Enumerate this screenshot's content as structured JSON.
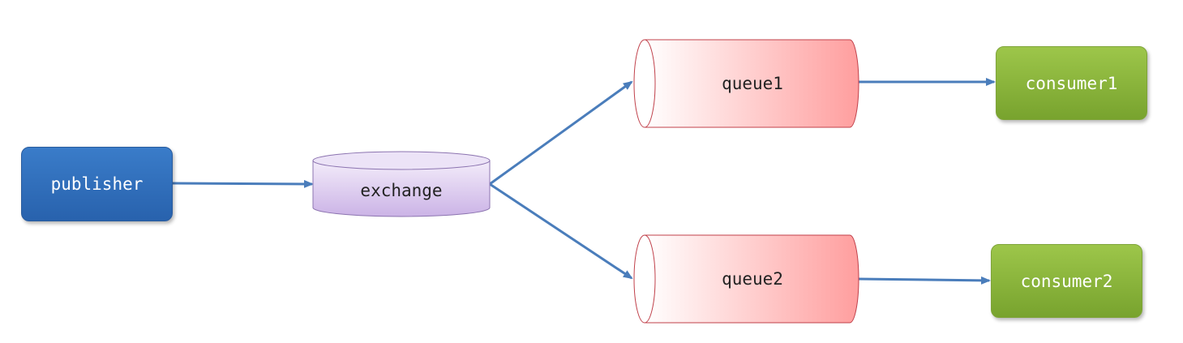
{
  "nodes": {
    "publisher": {
      "label": "publisher"
    },
    "exchange": {
      "label": "exchange"
    },
    "queue1": {
      "label": "queue1"
    },
    "queue2": {
      "label": "queue2"
    },
    "consumer1": {
      "label": "consumer1"
    },
    "consumer2": {
      "label": "consumer2"
    }
  },
  "edges": [
    {
      "from": "publisher",
      "to": "exchange"
    },
    {
      "from": "exchange",
      "to": "queue1"
    },
    {
      "from": "exchange",
      "to": "queue2"
    },
    {
      "from": "queue1",
      "to": "consumer1"
    },
    {
      "from": "queue2",
      "to": "consumer2"
    }
  ],
  "colors": {
    "publisher": "#2f6ebd",
    "exchange": "#dccbef",
    "queue": "#ffb3b3",
    "consumer": "#8ab53c",
    "arrow": "#4a7dbb"
  }
}
